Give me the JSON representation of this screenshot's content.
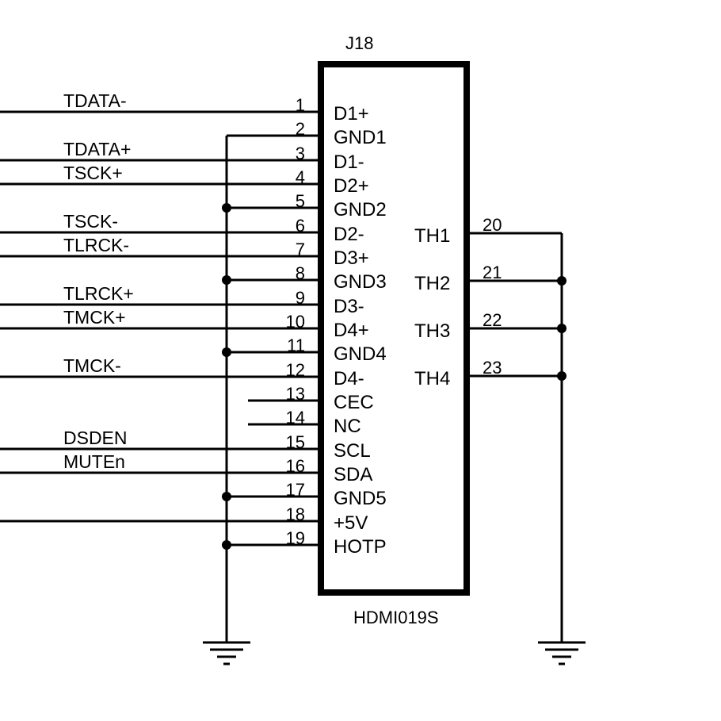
{
  "component": {
    "ref": "J18",
    "part": "HDMI019S"
  },
  "left_pins": [
    {
      "num": "1",
      "name": "D1+",
      "net": "TDATA-"
    },
    {
      "num": "2",
      "name": "GND1",
      "net": "GND"
    },
    {
      "num": "3",
      "name": "D1-",
      "net": "TDATA+"
    },
    {
      "num": "4",
      "name": "D2+",
      "net": "TSCK+"
    },
    {
      "num": "5",
      "name": "GND2",
      "net": "GND"
    },
    {
      "num": "6",
      "name": "D2-",
      "net": "TSCK-"
    },
    {
      "num": "7",
      "name": "D3+",
      "net": "TLRCK-"
    },
    {
      "num": "8",
      "name": "GND3",
      "net": "GND"
    },
    {
      "num": "9",
      "name": "D3-",
      "net": "TLRCK+"
    },
    {
      "num": "10",
      "name": "D4+",
      "net": "TMCK+"
    },
    {
      "num": "11",
      "name": "GND4",
      "net": "GND"
    },
    {
      "num": "12",
      "name": "D4-",
      "net": "TMCK-"
    },
    {
      "num": "13",
      "name": "CEC",
      "net": ""
    },
    {
      "num": "14",
      "name": "NC",
      "net": ""
    },
    {
      "num": "15",
      "name": "SCL",
      "net": "DSDEN"
    },
    {
      "num": "16",
      "name": "SDA",
      "net": "MUTEn"
    },
    {
      "num": "17",
      "name": "GND5",
      "net": "GND"
    },
    {
      "num": "18",
      "name": "+5V",
      "net": ""
    },
    {
      "num": "19",
      "name": "HOTP",
      "net": "GND"
    }
  ],
  "right_pins": [
    {
      "num": "20",
      "name": "TH1"
    },
    {
      "num": "21",
      "name": "TH2"
    },
    {
      "num": "22",
      "name": "TH3"
    },
    {
      "num": "23",
      "name": "TH4"
    }
  ]
}
